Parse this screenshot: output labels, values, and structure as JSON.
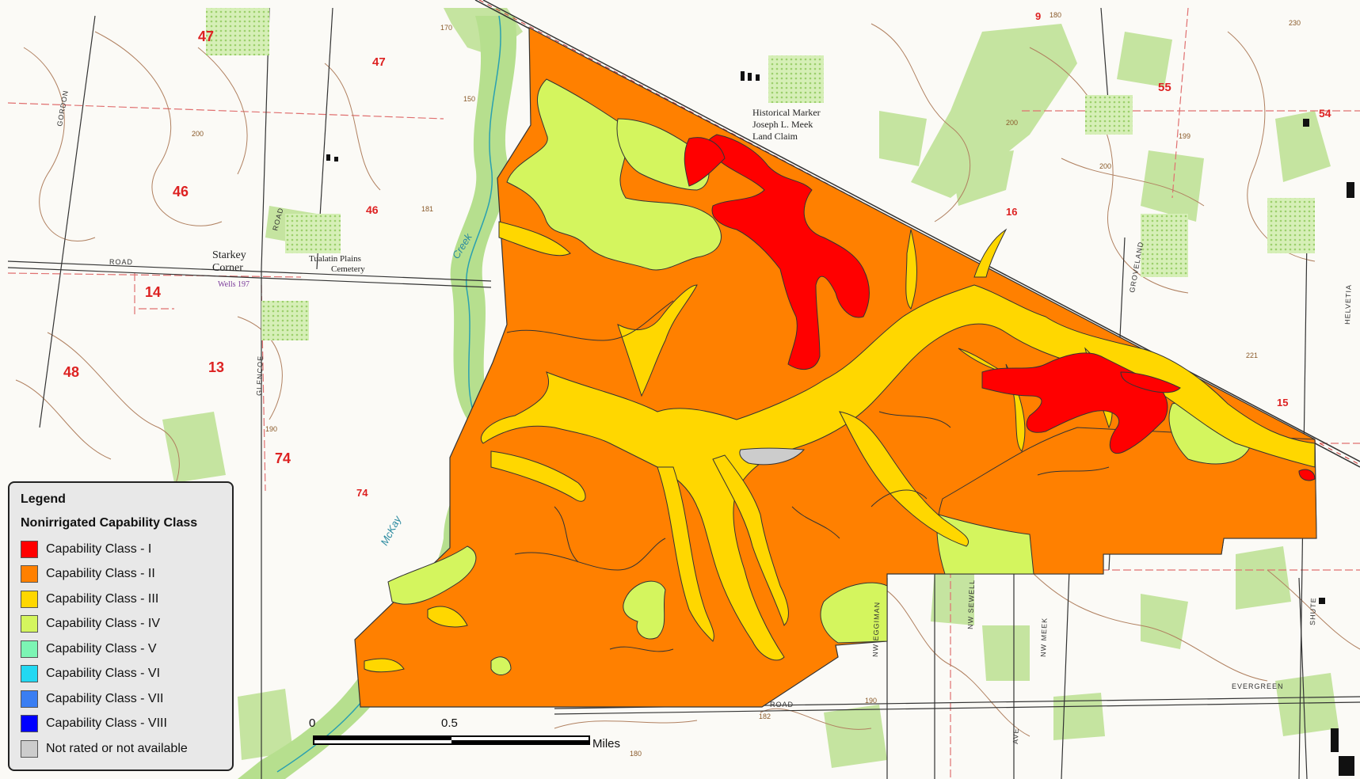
{
  "legend": {
    "title": "Legend",
    "subtitle": "Nonirrigated Capability Class",
    "items": [
      {
        "label": "Capability Class - I",
        "color": "#ff0000"
      },
      {
        "label": "Capability Class - II",
        "color": "#ff8000"
      },
      {
        "label": "Capability Class - III",
        "color": "#ffd700"
      },
      {
        "label": "Capability Class - IV",
        "color": "#d4f55e"
      },
      {
        "label": "Capability Class - V",
        "color": "#7cf5b4"
      },
      {
        "label": "Capability Class - VI",
        "color": "#22d8f2"
      },
      {
        "label": "Capability Class - VII",
        "color": "#3a7ef2"
      },
      {
        "label": "Capability Class - VIII",
        "color": "#0000ff"
      },
      {
        "label": "Not rated or not available",
        "color": "#cccccc"
      }
    ]
  },
  "scalebar": {
    "tick0": "0",
    "tick1": "0.5",
    "unit": "Miles"
  },
  "map": {
    "sections": [
      "47",
      "47",
      "46",
      "46",
      "48",
      "14",
      "13",
      "74",
      "74",
      "55",
      "54",
      "15",
      "16",
      "9"
    ],
    "features": {
      "historical_marker": [
        "Historical Marker",
        "Joseph L. Meek",
        "Land Claim"
      ],
      "starkey": [
        "Starkey",
        "Corner"
      ],
      "wells": "Wells 197",
      "cemetery": [
        "Tualatin Plains",
        "Cemetery"
      ],
      "creek": "Creek",
      "mckay": "McKay"
    },
    "roads": [
      "GORDON",
      "ROAD",
      "ROAD",
      "GLENCOE",
      "GROVELAND",
      "HELVETIA",
      "NW EGGIMAN",
      "NW SEWELL",
      "NW MEEK",
      "AVE",
      "EVERGREEN",
      "SHUTE",
      "ROAD"
    ],
    "contours": [
      "200",
      "170",
      "180",
      "181",
      "200",
      "200",
      "190",
      "150",
      "190",
      "180",
      "182",
      "230",
      "221",
      "199"
    ]
  }
}
